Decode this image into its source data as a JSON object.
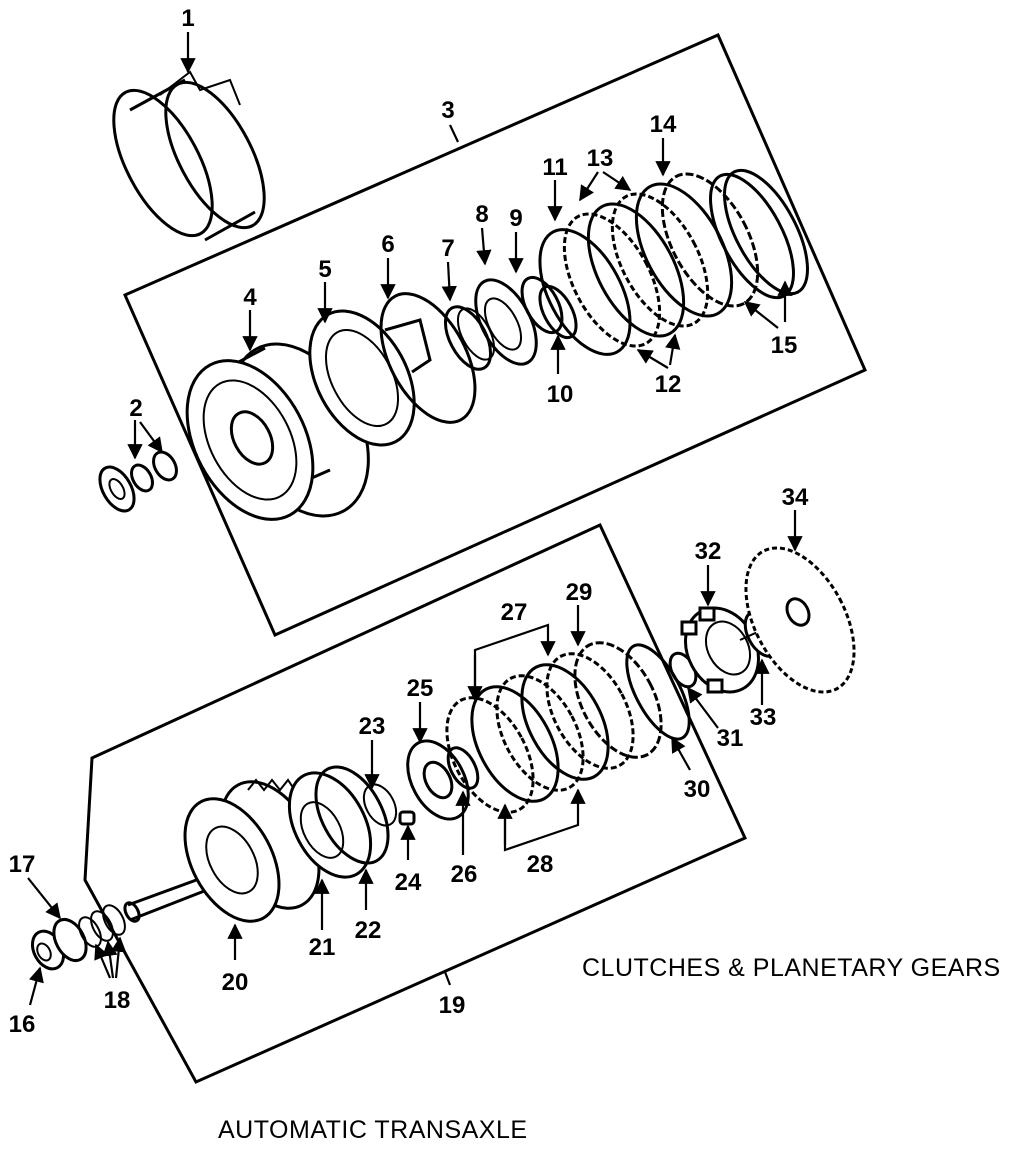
{
  "captions": {
    "section": "CLUTCHES & PLANETARY GEARS",
    "title": "AUTOMATIC TRANSAXLE"
  },
  "callouts": [
    "1",
    "2",
    "3",
    "4",
    "5",
    "6",
    "7",
    "8",
    "9",
    "10",
    "11",
    "12",
    "13",
    "14",
    "15",
    "16",
    "17",
    "18",
    "19",
    "20",
    "21",
    "22",
    "23",
    "24",
    "25",
    "26",
    "27",
    "28",
    "29",
    "30",
    "31",
    "32",
    "33",
    "34"
  ],
  "icons": {
    "part-drawing": "line-art exploded view"
  }
}
